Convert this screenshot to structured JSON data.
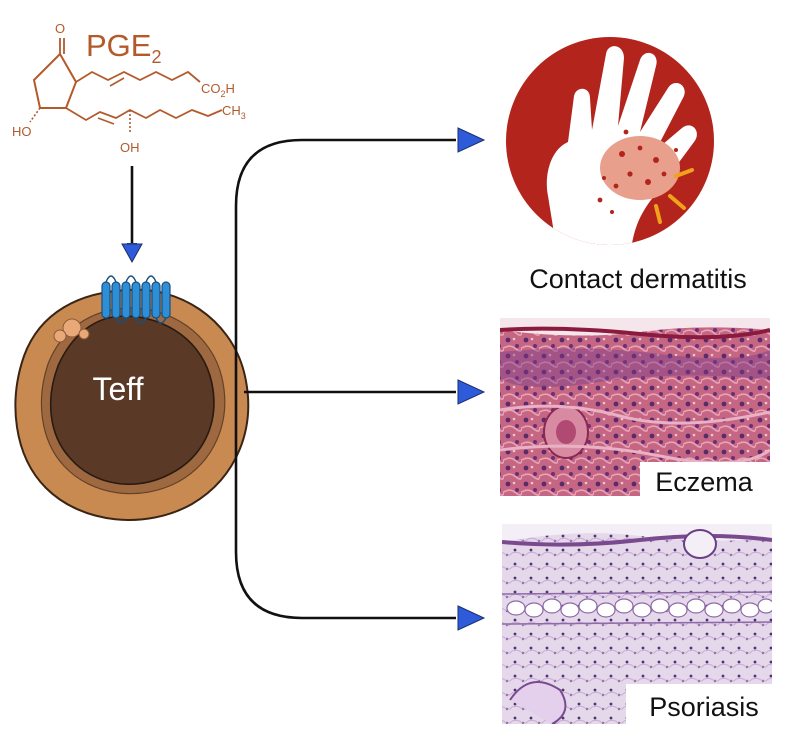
{
  "molecule": {
    "name": "PGE",
    "subscript": "2",
    "atoms": {
      "ketone_o": "O",
      "acid": "CO",
      "acid_sub": "2",
      "acid_h": "H",
      "methyl": "CH",
      "methyl_sub": "3",
      "ring_oh": "HO",
      "chain_oh": "OH"
    }
  },
  "cell": {
    "label": "Teff"
  },
  "outcomes": [
    {
      "label": "Contact dermatitis"
    },
    {
      "label": "Eczema"
    },
    {
      "label": "Psoriasis"
    }
  ],
  "colors": {
    "chem": "#b35a2c",
    "arrow_head": "#2e5bd9",
    "cell_outer": "#c98a52",
    "cell_inner": "#5a3a26",
    "receptor": "#2f8fd6",
    "icon_bg": "#b3241c",
    "eczema_tissue": "#b4506f",
    "psoriasis_tissue": "#c8b3d6"
  },
  "icons": {
    "receptor": "gpcr-receptor-icon",
    "dermatitis": "hand-rash-icon"
  }
}
